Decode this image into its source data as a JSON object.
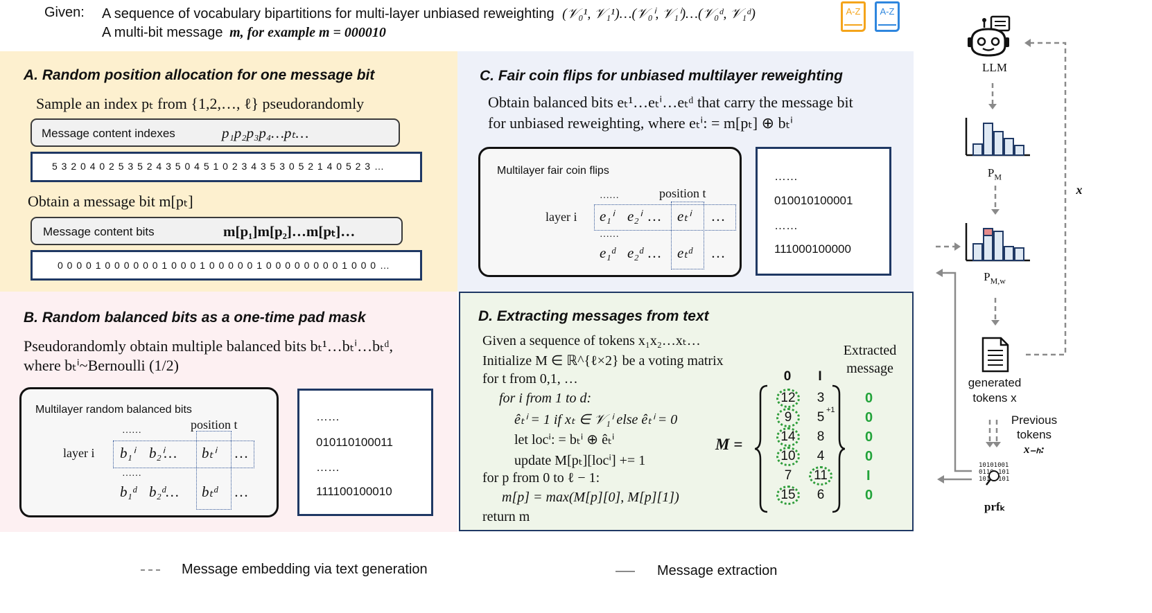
{
  "header": {
    "given_label": "Given:",
    "line1": "A sequence of vocabulary bipartitions for multi-layer unbiased reweighting",
    "line1_math": "(𝒱₀¹, 𝒱₁¹)…(𝒱₀ⁱ, 𝒱₁ⁱ)…(𝒱₀ᵈ, 𝒱₁ᵈ)",
    "line2": "A multi-bit message",
    "line2_math": "m, for example m = 000010",
    "book_label": "A-Z"
  },
  "panel_a": {
    "title": "A. Random position allocation for one message bit",
    "sample_text": "Sample an index pₜ from {1,2,…, ℓ} pseudorandomly",
    "indexes_label": "Message content indexes",
    "indexes_math": "p₁p₂p₃p₄…pₜ…",
    "indexes_seq": "5 3 2 0 4 0 2 5 3 5 2 4 3 5 0 4 5 1 0 2 3 4 3 5 3 0 5 2 1 4 0 5 2 3 …",
    "obtain_text": "Obtain a message bit  m[pₜ]",
    "bits_label": "Message content bits",
    "bits_math": "m[p₁]m[p₂]…m[pₜ]…",
    "bits_seq": "0 0 0 0 1 0 0 0 0 0 0 1 0 0 0 1 0 0 0 0 0 1 0 0 0 0 0 0 0 0 1 0 0 0  …"
  },
  "panel_b": {
    "title": "B. Random balanced bits as a one-time pad mask",
    "line1": "Pseudorandomly obtain multiple balanced bits  bₜ¹…bₜⁱ…bₜᵈ,",
    "line2": "where bₜⁱ~Bernoulli (1/2)",
    "box_title": "Multilayer random balanced bits",
    "position_label": "position t",
    "layer_label": "layer i",
    "dots": "……",
    "row_i": [
      "b₁ⁱ",
      "b₂ⁱ…",
      "bₜⁱ",
      "…"
    ],
    "row_d": [
      "b₁ᵈ",
      "b₂ᵈ…",
      "bₜᵈ",
      "…"
    ],
    "side": [
      "……",
      "010110100011",
      "……",
      "111100100010"
    ]
  },
  "panel_c": {
    "title": "C. Fair coin flips for unbiased multilayer reweighting",
    "line1": "Obtain balanced bits eₜ¹…eₜⁱ…eₜᵈ  that carry the message bit",
    "line2": "for unbiased reweighting, where eₜⁱ: = m[pₜ] ⊕ bₜⁱ",
    "box_title": "Multilayer fair coin flips",
    "position_label": "position t",
    "layer_label": "layer i",
    "dots": "……",
    "row_i": [
      "e₁ⁱ",
      "e₂ⁱ",
      "…",
      "eₜⁱ",
      "…"
    ],
    "row_d": [
      "e₁ᵈ",
      "e₂ᵈ",
      "…",
      "eₜᵈ",
      "…"
    ],
    "side": [
      "……",
      "010010100001",
      "……",
      "111000100000"
    ]
  },
  "panel_d": {
    "title": "D. Extracting messages from text",
    "code": [
      "Given a sequence of tokens x₁x₂…xₜ…",
      "Initialize M ∈ ℝ^{ℓ×2} be a voting matrix",
      "for t from 0,1, …",
      "for i from 1 to d:",
      "êₜⁱ = 1 if xₜ ∈ 𝒱₁ⁱ  else  êₜⁱ = 0",
      "let  locⁱ: = bₜⁱ ⊕ êₜⁱ",
      "update M[pₜ][locⁱ] += 1",
      "for p from 0 to ℓ − 1:",
      "m[p] = max(M[p][0], M[p][1])",
      "return  m"
    ],
    "matrix_label": "M =",
    "col_headers": [
      "0",
      "I"
    ],
    "matrix": [
      [
        "12",
        "3"
      ],
      [
        "9",
        "5"
      ],
      [
        "14",
        "8"
      ],
      [
        "10",
        "4"
      ],
      [
        "7",
        "11"
      ],
      [
        "15",
        "6"
      ]
    ],
    "plus_one": "+1",
    "extracted_title_1": "Extracted",
    "extracted_title_2": "message",
    "extracted": [
      "0",
      "0",
      "0",
      "0",
      "I",
      "0"
    ]
  },
  "flow": {
    "llm": "LLM",
    "pm": "P",
    "pm_sub": "M",
    "pmw": "P",
    "pmw_sub": "M,w",
    "generated_1": "generated",
    "generated_2": "tokens x",
    "previous_1": "Previous",
    "previous_2": "tokens",
    "previous_3": "x₋ₕ:",
    "prf": "prfₖ",
    "x_label": "x"
  },
  "legend": {
    "embedding": "Message embedding via text generation",
    "extraction": "Message extraction"
  },
  "colors": {
    "panel_a_bg": "#fdf0cf",
    "panel_b_bg": "#fdf0f2",
    "panel_c_bg": "#eef1f9",
    "panel_d_bg": "#eff5e9",
    "panel_d_border": "#1f3864",
    "green": "#22a33a",
    "dotted_blue": "#2f5496",
    "book_orange": "#f4a41b",
    "book_blue": "#2e86de"
  }
}
